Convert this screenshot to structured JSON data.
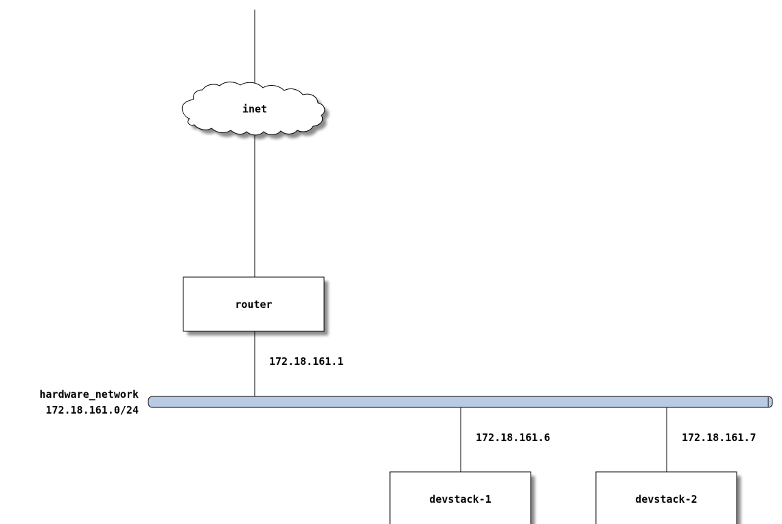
{
  "nodes": {
    "inet": {
      "label": "inet",
      "shape": "cloud"
    },
    "router": {
      "label": "router",
      "shape": "box"
    },
    "devstack1": {
      "label": "devstack-1",
      "shape": "box"
    },
    "devstack2": {
      "label": "devstack-2",
      "shape": "box"
    }
  },
  "network": {
    "name": "hardware_network",
    "subnet": "172.18.161.0/24",
    "bar_color": "#b9cbe4"
  },
  "addresses": {
    "router": "172.18.161.1",
    "devstack1": "172.18.161.6",
    "devstack2": "172.18.161.7"
  },
  "colors": {
    "line": "#000000",
    "shadow": "#000000",
    "node_fill": "#ffffff"
  }
}
